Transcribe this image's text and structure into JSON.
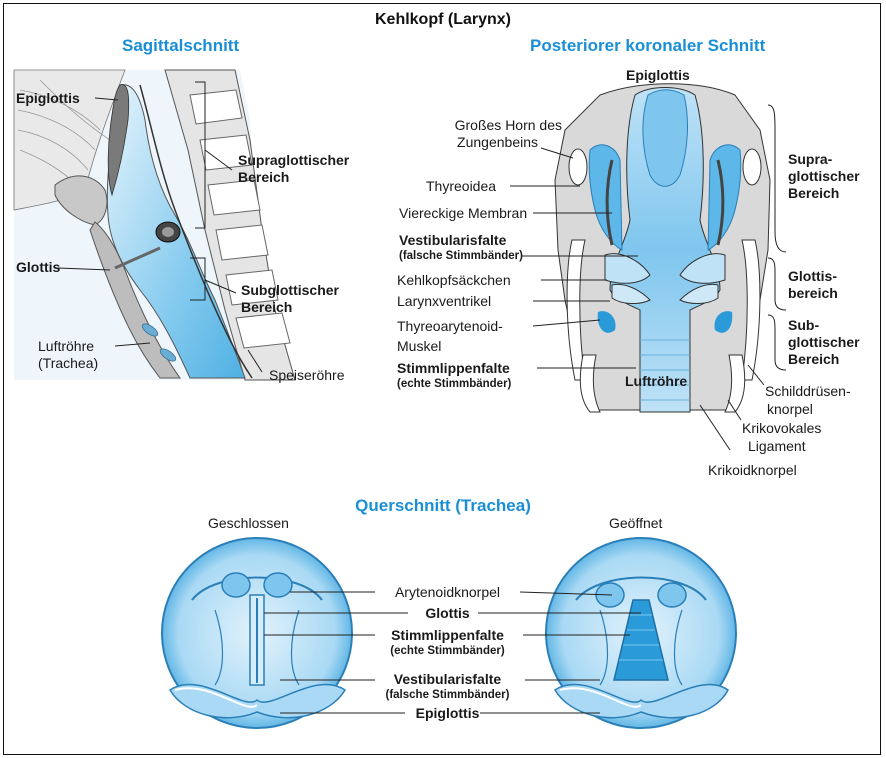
{
  "title": "Kehlkopf (Larynx)",
  "sagittal": {
    "heading": "Sagittalschnitt",
    "epiglottis": "Epiglottis",
    "supraglottic": [
      "Supraglottischer",
      "Bereich"
    ],
    "glottis": "Glottis",
    "subglottic": [
      "Subglottischer",
      "Bereich"
    ],
    "trachea": [
      "Luftröhre",
      "(Trachea)"
    ],
    "esophagus": "Speiseröhre"
  },
  "coronal": {
    "heading": "Posteriorer koronaler Schnitt",
    "epiglottis": "Epiglottis",
    "hyoid_horn": [
      "Großes Horn des",
      "Zungenbeins"
    ],
    "thyroid": "Thyreoidea",
    "membrane": "Viereckige Membran",
    "vestibular_fold": "Vestibularisfalte",
    "false_cords": "(falsche Stimmbänder)",
    "saccule": "Kehlkopfsäckchen",
    "ventricle": "Larynxventrikel",
    "muscle": [
      "Thyreoarytenoid-",
      "Muskel"
    ],
    "vocal_fold": "Stimmlippenfalte",
    "true_cords": "(echte Stimmbänder)",
    "trachea": "Luftröhre",
    "region_supra": [
      "Supra-",
      "glottischer",
      "Bereich"
    ],
    "region_glottis": [
      "Glottis-",
      "bereich"
    ],
    "region_sub": [
      "Sub-",
      "glottischer",
      "Bereich"
    ],
    "thyroid_cartilage": [
      "Schilddrüsen-",
      "knorpel"
    ],
    "cricovocal": [
      "Krikovokales",
      "Ligament"
    ],
    "cricoid": "Krikoidknorpel"
  },
  "cross_section": {
    "heading": "Querschnitt  (Trachea)",
    "closed": "Geschlossen",
    "open": "Geöffnet",
    "arytenoid": "Arytenoidknorpel",
    "glottis": "Glottis",
    "vocal_fold": "Stimmlippenfalte",
    "true_cords": "(echte Stimmbänder)",
    "vestibular_fold": "Vestibularisfalte",
    "false_cords": "(falsche Stimmbänder)",
    "epiglottis": "Epiglottis"
  },
  "colors": {
    "accent": "#1a8fd6",
    "tissue_light": "#cfe8f7",
    "tissue_mid": "#7fc6ee",
    "tissue_dark": "#2a9ad8",
    "cartilage": "#d7d7d7",
    "line": "#1a1a1a"
  }
}
